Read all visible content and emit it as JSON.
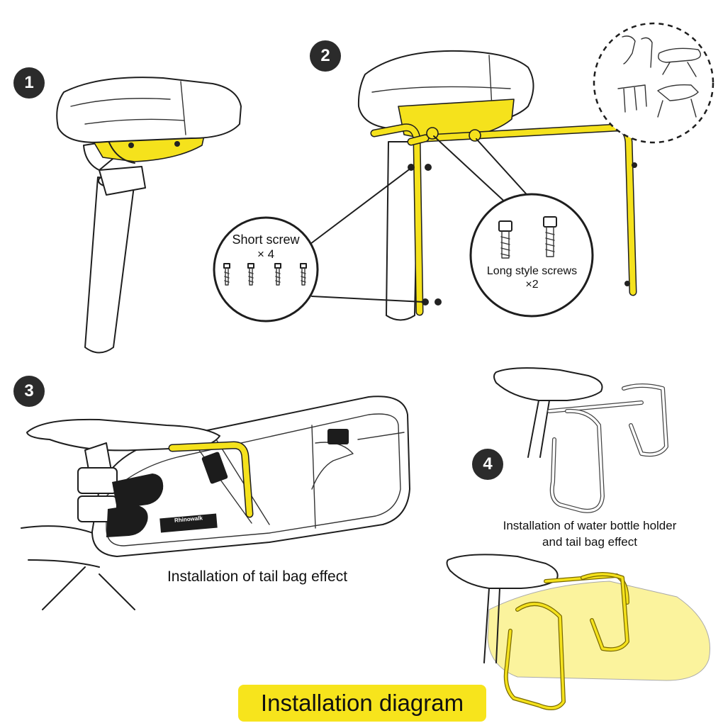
{
  "colors": {
    "accent": "#f7e41c",
    "line": "#1e1e1e",
    "badge": "#2b2b2b"
  },
  "steps": [
    {
      "number": "1"
    },
    {
      "number": "2"
    },
    {
      "number": "3"
    },
    {
      "number": "4"
    }
  ],
  "callouts": {
    "short_screw": {
      "title": "Short screw",
      "qty": "× 4"
    },
    "long_screw": {
      "title": "Long style screws",
      "qty": "×2"
    }
  },
  "captions": {
    "tail_bag": "Installation of tail bag effect",
    "bottle_holder_line1": "Installation of water bottle holder",
    "bottle_holder_line2": "and tail bag effect"
  },
  "brand_label": "Rhinowalk",
  "footer": {
    "title": "Installation diagram"
  }
}
